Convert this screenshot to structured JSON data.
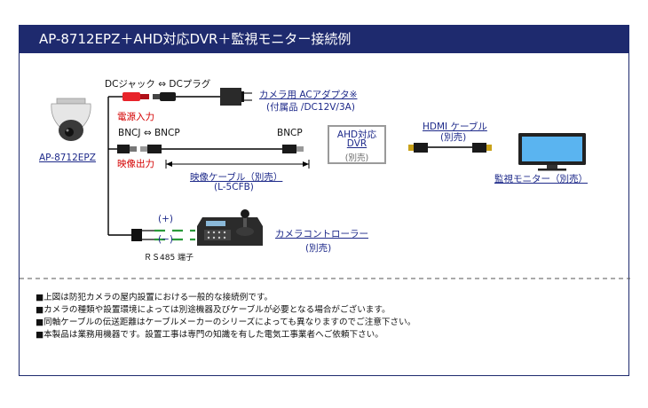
{
  "header": {
    "title": "AP-8712EPZ＋AHD対応DVR＋監視モニター接続例"
  },
  "camera": {
    "label": "AP-8712EPZ"
  },
  "power": {
    "dc_label": "DCジャック ⇔ DCプラグ",
    "input_label": "電源入力",
    "adapter_line1": "カメラ用 ACアダプタ※",
    "adapter_line2": "(付属品 /DC12V/3A)"
  },
  "video": {
    "bnc_label": "BNCJ ⇔ BNCP",
    "bnc_right_label": "BNCP",
    "output_label": "映像出力",
    "cable_line1": "映像ケーブル（別売）",
    "cable_line2": "(L-5CFB)"
  },
  "dvr": {
    "line1": "AHD対応",
    "line2": "DVR",
    "line3": "(別売)"
  },
  "hdmi": {
    "line1": "HDMI ケーブル",
    "line2": "(別売)"
  },
  "monitor": {
    "label": "監視モニター（別売）"
  },
  "controller": {
    "plus": "(+)",
    "minus": "(−)",
    "terminal": "ＲＳ485 端子",
    "line1": "カメラコントローラー",
    "line2": "(別売)"
  },
  "notes": [
    "■上図は防犯カメラの屋内設置における一般的な接続例です。",
    "■カメラの種類や設置環境によっては別途機器及びケーブルが必要となる場合がございます。",
    "■同軸ケーブルの伝送距離はケーブルメーカーのシリーズによっても異なりますのでご注意下さい。",
    "■本製品は業務用機器です。設置工事は専門の知識を有した電気工事業者へご依頼下さい。"
  ],
  "colors": {
    "header_bg": "#1e2a6e",
    "accent_blue": "#1e2a8a",
    "red": "#d40000",
    "green": "#2a9a3a"
  }
}
